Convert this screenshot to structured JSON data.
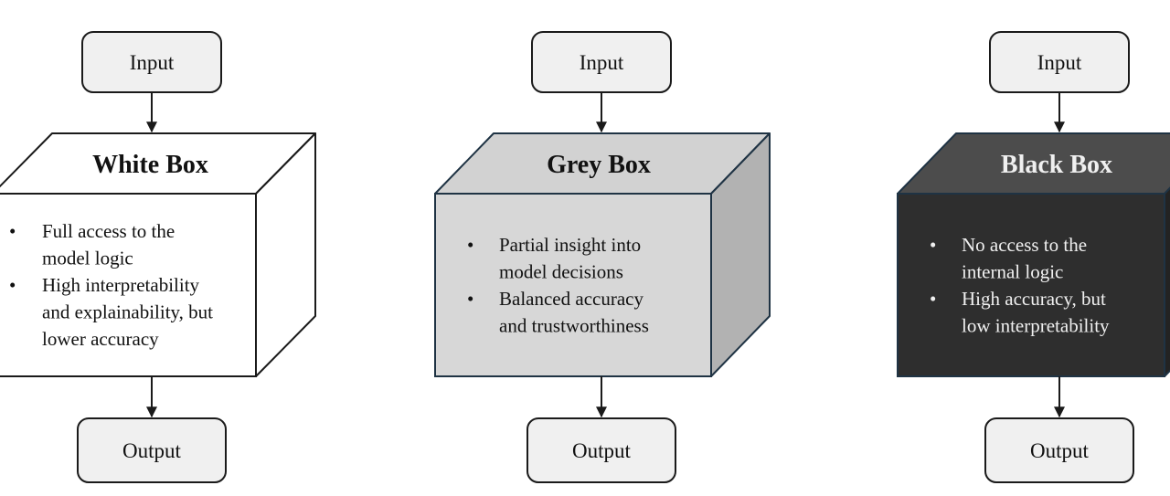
{
  "colors": {
    "line": "#1a1a1a",
    "small_box_fill": "#f0f0f0",
    "white_front": "#ffffff",
    "white_top": "#ffffff",
    "white_side": "#ffffff",
    "white_edge": "#1a1a1a",
    "white_text": "#111111",
    "grey_front": "#d7d7d7",
    "grey_top": "#d2d2d2",
    "grey_side": "#b2b2b2",
    "grey_edge": "#1f3344",
    "grey_text": "#111111",
    "black_front": "#2e2e2e",
    "black_top": "#4c4c4c",
    "black_side": "#232323",
    "black_edge": "#1f3344",
    "black_text": "#f0f0f0"
  },
  "columns": [
    {
      "key": "white",
      "input_label": "Input",
      "title": "White Box",
      "bullets": [
        {
          "lines": [
            "Full access to the",
            "model logic"
          ]
        },
        {
          "lines": [
            "High interpretability",
            "and explainability, but",
            "lower accuracy"
          ]
        }
      ],
      "output_label": "Output"
    },
    {
      "key": "grey",
      "input_label": "Input",
      "title": "Grey Box",
      "bullets": [
        {
          "lines": [
            "Partial insight into",
            "model decisions"
          ]
        },
        {
          "lines": [
            "Balanced accuracy",
            "and trustworthiness"
          ]
        }
      ],
      "output_label": "Output"
    },
    {
      "key": "black",
      "input_label": "Input",
      "title": "Black Box",
      "bullets": [
        {
          "lines": [
            "No access to the",
            "internal logic"
          ]
        },
        {
          "lines": [
            "High accuracy, but",
            "low interpretability"
          ]
        }
      ],
      "output_label": "Output"
    }
  ]
}
